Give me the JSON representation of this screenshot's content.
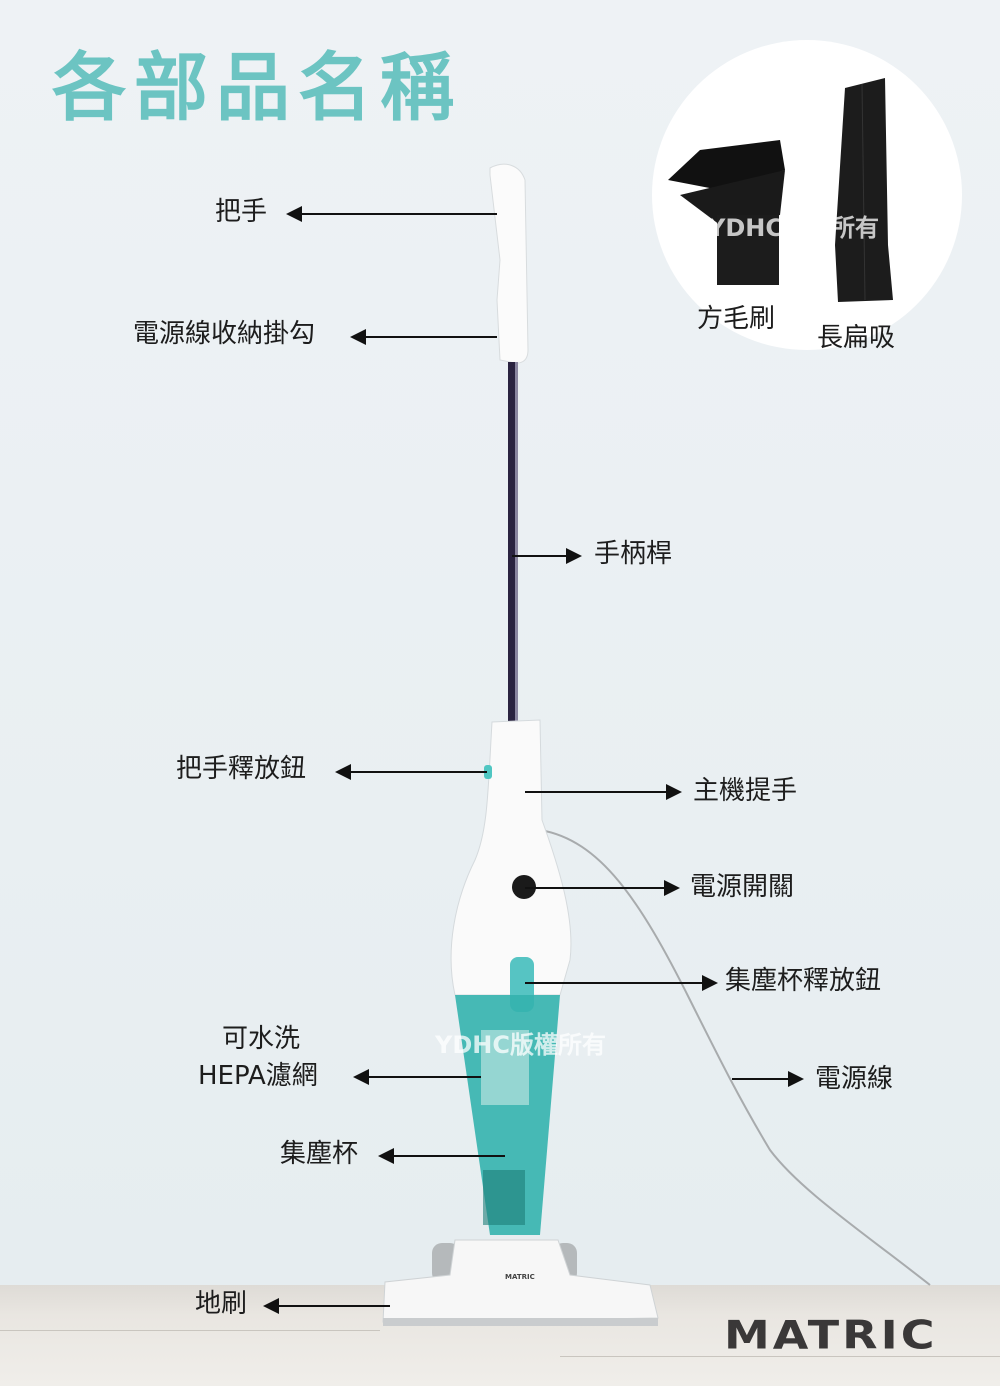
{
  "title": "各部品名稱",
  "accessories": {
    "brush": "方毛刷",
    "crevice": "長扁吸"
  },
  "labels": {
    "handle": "把手",
    "cord_hook": "電源線收納掛勾",
    "handle_rod": "手柄桿",
    "handle_release": "把手釋放鈕",
    "main_handle": "主機提手",
    "power_switch": "電源開關",
    "cup_release": "集塵杯釋放鈕",
    "hepa_line1": "可水洗",
    "hepa_line2": "HEPA濾網",
    "power_cord": "電源線",
    "dust_cup": "集塵杯",
    "floor_brush": "地刷"
  },
  "watermark": {
    "top": "YDHC版權所有",
    "middle": "YDHC版權所有"
  },
  "brand": {
    "logo": "MATRIC",
    "small": "MATRIC"
  },
  "colors": {
    "accent": "#6cc4c2",
    "cup": "#2fb3ad",
    "text": "#1d1d1d"
  }
}
